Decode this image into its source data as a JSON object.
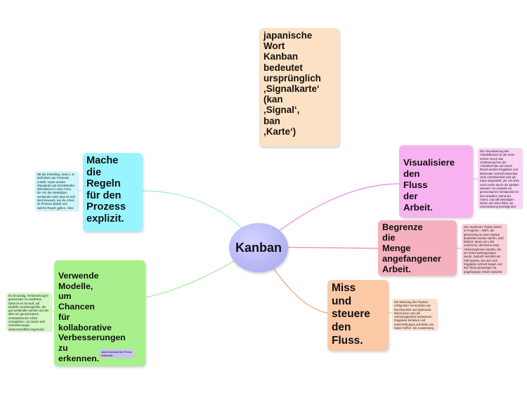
{
  "center": {
    "label": "Kanban",
    "color": "#b7b6f6"
  },
  "topics": {
    "definition": {
      "text": "japanische\nWort\nKanban\nbedeutet\nursprünglich\n‚Signalkarte‘\n(kan\n‚Signal‘,\nban\n‚Karte‘)",
      "color": "#fde1c4"
    },
    "rules": {
      "text": " Mache\ndie\nRegeln\nfür den\nProzess\nexplizit.",
      "color": "#98f5ff",
      "note": "Mit der Erstellung, dass z. B. Definitions der Prozesse erstellt, sowie werden Standards und Schnittstellen-Definitionen in einer Form, die von den Beteiligten verstanden wird. Man ist sich stets bewusst, wie die Arbeit im Prozess abläuft und welche Regeln gelten, ohne wenn der Begriff „Fertig“ definiert ist. Dabei werden die Informationen oft sichtbar in Form von Checklisten für die einzelnen Prozessschritte gemacht.",
      "note_color": "#c9f7fb"
    },
    "models": {
      "text": "Verwende\nModelle,\num\nChancen\nfür\nkollaborative\nVerbesserungen\nzu\nerkennen.",
      "color": "#a8f08c",
      "note": "Es ist wichtig, Verbesserungen gemeinsam zu erarbeiten. Dafür ist es sinnvoll, auf Modelle zurückzugreifen, die gut verstanden werden und die allen ein gemeinsames Verständnis der Arbeit ermöglichen. So lassen sich Verbesserungen wissenschaftlich begründen und Experimente zur Weiterentwicklung des Prozesses planen.",
      "note_color": "#d3f8c4",
      "link_label": "www.microsoft.de Press-Wiktionär",
      "link_color": "#c9c3f3"
    },
    "visualize": {
      "text": "Visualisiere\nden\nFluss\nder\nArbeit.",
      "color": "#f8b2ef",
      "note": "Die Visualisierung des Arbeitsflusses ist der erste Schritt. Durch das Sichtbarmachen der Arbeitsschritte auf einem Board werden Engpässe und Blockaden schnell erkennbar. Jede Arbeitseinheit wird als Karte dargestellt, die von links nach rechts durch die Spalten wandert. So entsteht ein gemeinsames Verständnis für den aktuellen Stand der Arbeit, und alle Beteiligten sehen auf einen Blick, wo Unterstützung benötigt wird und welche Aufgaben als Nächstes anstehen.",
      "note_color": "#fbd3f4"
    },
    "limit": {
      "text": "Begrenze\ndie\nMenge\nangefangener\nArbeit.",
      "color": "#f6b1bf",
      "note": "Die Anzahl der Tickets (Work in Progress – WIP), die gleichzeitig an einer Station bearbeitet werden dürfen, wird limitiert. Wenn ein Limit erreicht ist, darf keine neue Arbeit begonnen werden, bis ein Ticket weitergezogen wurde. Dadurch entsteht ein Pull-System, bei dem sich Engpässe schnell zeigen und das Team gezwungen ist, angefangene Arbeit zunächst fertigzustellen.",
      "note_color": "#fbd0d9"
    },
    "measure": {
      "text": "Miss\nund\nsteuere\nden\nFluss.",
      "color": "#fbc9a6",
      "note": "Die Messung des Flusses erfolgt über Kennzahlen wie Durchlaufzeit und Zykluszeit. Damit kann man die Vorhersagbarkeit verbessern, Engpässe beheben und Entscheidungen auf Basis von Daten treffen. Die Auswertung erfolgt regelmäßig, z. B. mit Cumulative Flow Diagrammen.",
      "note_color": "#fde0cc"
    }
  },
  "branch_colors": {
    "rules": "#9fe7ef",
    "models": "#a6e99a",
    "visualize": "#ea86e0",
    "limit": "#ea89a8",
    "measure": "#f3a06f"
  }
}
